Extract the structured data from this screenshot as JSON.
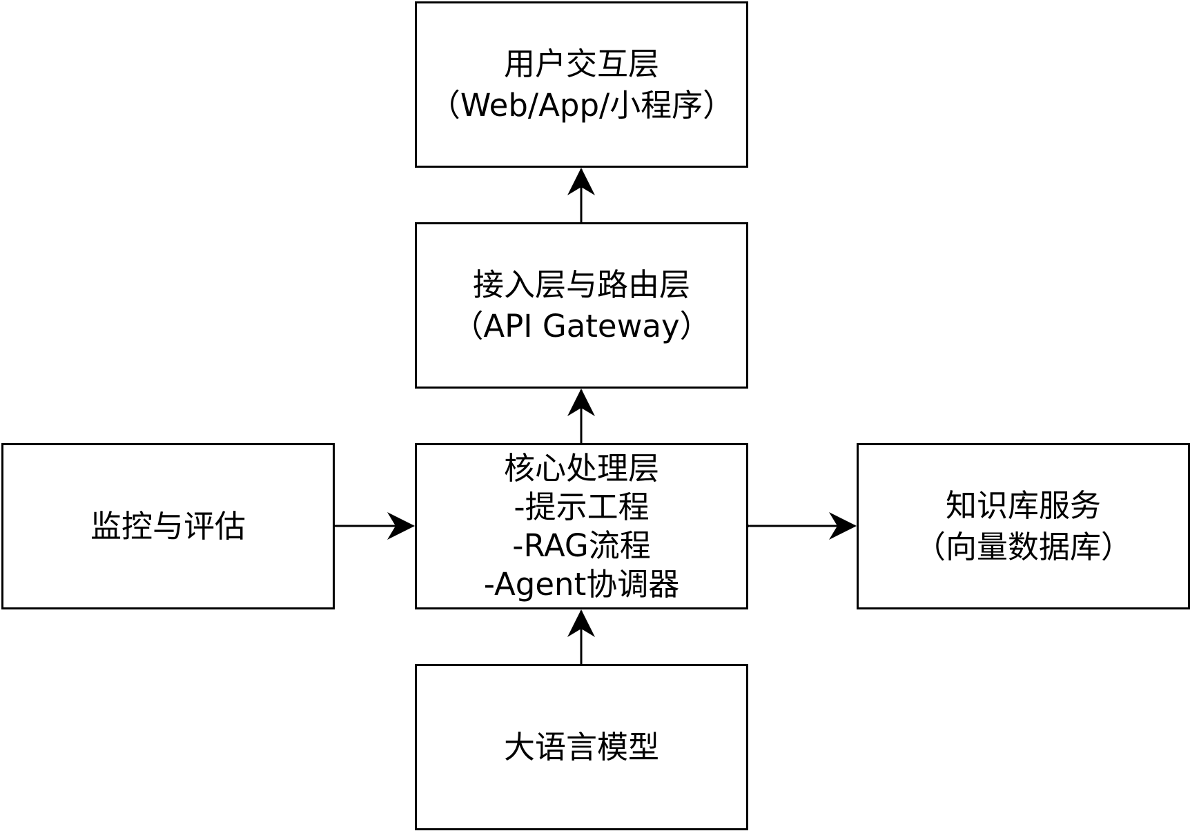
{
  "diagram": {
    "stroke_color": "#000000",
    "background_color": "#ffffff",
    "nodes": {
      "user_layer": {
        "line1": "用户交互层",
        "line2": "（Web/App/小程序）"
      },
      "gateway_layer": {
        "line1": "接入层与路由层",
        "line2": "（API Gateway）"
      },
      "core_layer": {
        "line1": "核心处理层",
        "line2": "-提示工程",
        "line3": "-RAG流程",
        "line4": "-Agent协调器"
      },
      "llm": {
        "line1": "大语言模型"
      },
      "monitor": {
        "line1": "监控与评估"
      },
      "knowledge": {
        "line1": "知识库服务",
        "line2": "（向量数据库）"
      }
    }
  }
}
